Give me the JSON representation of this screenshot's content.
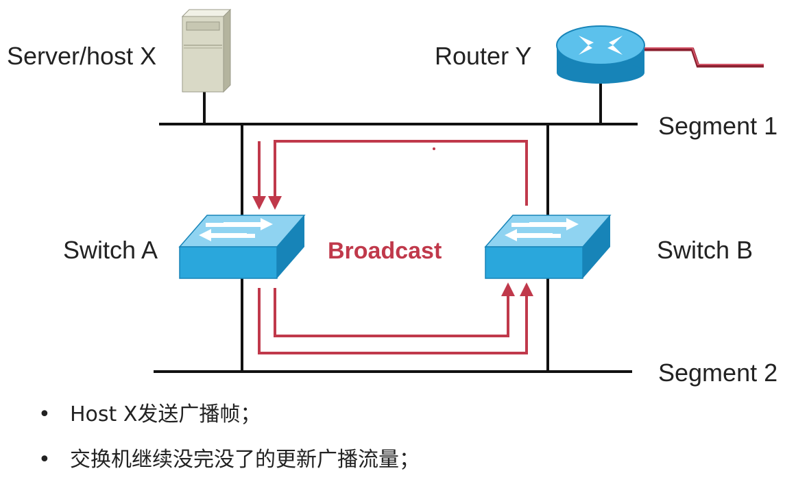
{
  "labels": {
    "server": "Server/host X",
    "router": "Router Y",
    "segment1": "Segment 1",
    "segment2": "Segment 2",
    "switch_a": "Switch A",
    "switch_b": "Switch B",
    "broadcast": "Broadcast"
  },
  "icons": {
    "server": "server-icon",
    "router": "router-icon",
    "switch_a": "switch-icon",
    "switch_b": "switch-icon",
    "wan_link": "serial-link-icon"
  },
  "colors": {
    "line": "#111111",
    "broadcast": "#c0394b",
    "switch_top": "#8fd3f1",
    "switch_front": "#2aa7dc",
    "switch_side": "#1784b8",
    "router": "#2aa7dc",
    "server": "#d9d9c6"
  },
  "bullets": [
    "Host X发送广播帧；",
    "交换机继续没完没了的更新广播流量；"
  ]
}
